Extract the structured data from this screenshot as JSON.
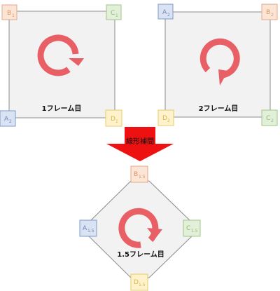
{
  "colors": {
    "frame_fill": "#f2f2f2",
    "frame_stroke": "#8c8c8c",
    "rotate_arrow": "#e86065",
    "interp_arrow": "#ee1111",
    "A_fill": "#dae3f3",
    "A_stroke": "#7f9ac8",
    "A_text": "#6f86b8",
    "B_fill": "#fbe5d6",
    "B_stroke": "#e4a885",
    "B_text": "#e0935f",
    "C_fill": "#e2f0d9",
    "C_stroke": "#a2c58a",
    "C_text": "#8fb96f",
    "D_fill": "#fff2cc",
    "D_stroke": "#e4cc66",
    "D_text": "#d7b542"
  },
  "frames": {
    "frame1": {
      "title": "1フレーム目",
      "corners": {
        "top_left": {
          "letter": "B",
          "sub": "1"
        },
        "top_right": {
          "letter": "C",
          "sub": "1"
        },
        "bottom_left": {
          "letter": "A",
          "sub": "2"
        },
        "bottom_right": {
          "letter": "D",
          "sub": "1"
        }
      },
      "rotation_icon": "clockwise-rotation-arrow"
    },
    "frame2": {
      "title": "2フレーム目",
      "corners": {
        "top_left": {
          "letter": "A",
          "sub": "2"
        },
        "top_right": {
          "letter": "B",
          "sub": "2"
        },
        "bottom_left": {
          "letter": "D",
          "sub": "2"
        },
        "bottom_right": {
          "letter": "C",
          "sub": "2"
        }
      },
      "rotation_icon": "clockwise-rotation-arrow"
    },
    "frame15": {
      "title": "1.5フレーム目",
      "corners": {
        "top": {
          "letter": "B",
          "sub": "1.5"
        },
        "left": {
          "letter": "A",
          "sub": "1.5"
        },
        "right": {
          "letter": "C",
          "sub": "1.5"
        },
        "bottom": {
          "letter": "D",
          "sub": "1.5"
        }
      },
      "rotation_icon": "clockwise-rotation-arrow"
    }
  },
  "interpolation": {
    "label": "線形補間",
    "icon": "down-arrow"
  }
}
